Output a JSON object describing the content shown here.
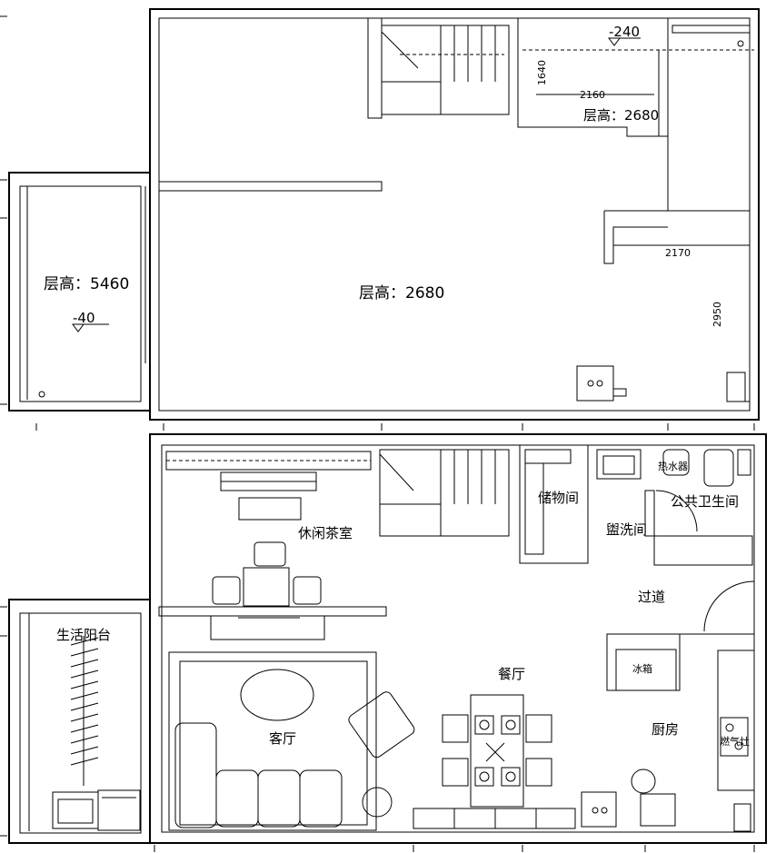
{
  "upper": {
    "balcony_height": "层高：5460",
    "balcony_level": "-40",
    "main_height": "层高：2680",
    "right_height": "层高：2680",
    "right_level": "-240",
    "dim_2160": "2160",
    "dim_1640": "1640",
    "dim_2170": "2170",
    "dim_2950": "2950"
  },
  "lower": {
    "tea_room": "休闲茶室",
    "storage": "储物间",
    "washroom": "盥洗间",
    "public_bathroom": "公共卫生间",
    "water_heater": "热水器",
    "corridor": "过道",
    "balcony": "生活阳台",
    "dining": "餐厅",
    "living": "客厅",
    "fridge": "冰箱",
    "kitchen": "厨房",
    "stove": "燃气灶"
  }
}
